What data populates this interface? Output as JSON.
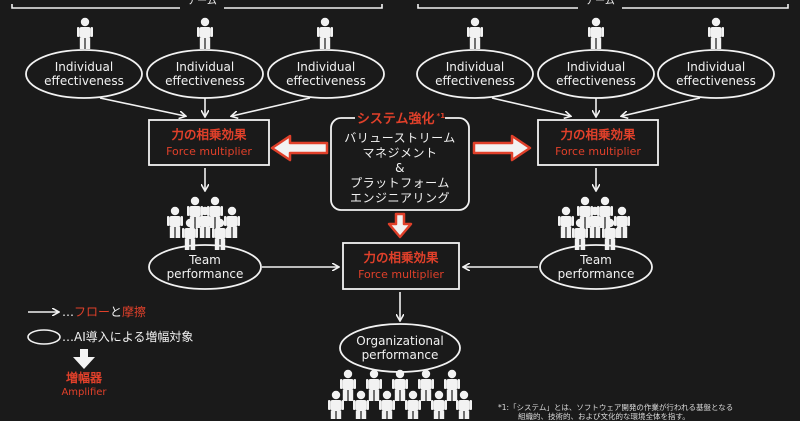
{
  "team_label": "チーム",
  "individual": "Individual effectiveness",
  "force_multiplier": {
    "ja": "力の相乗効果",
    "en": "Force multiplier"
  },
  "system": {
    "title": "システム強化",
    "note_mark": "*1",
    "lines": [
      "バリューストリーム",
      "マネジメント",
      "&",
      "プラットフォーム",
      "エンジニアリング"
    ]
  },
  "team_performance": "Team performance",
  "organizational_performance": "Organizational performance",
  "legend": {
    "arrow_text_prefix": "…",
    "flow": "フロー",
    "and": "と",
    "friction": "摩擦",
    "ellipse_text": "…AI導入による増幅対象",
    "amplifier_ja": "増幅器",
    "amplifier_en": "Amplifier"
  },
  "footnote": {
    "line1": "*1:「システム」とは、ソフトウェア開発の作業が行われる基盤となる",
    "line2": "組織的、技術的、および文化的な環境全体を指す。"
  },
  "colors": {
    "background": "#1a1a1a",
    "chalk": "#f2f2f2",
    "accent": "#e0402a"
  }
}
